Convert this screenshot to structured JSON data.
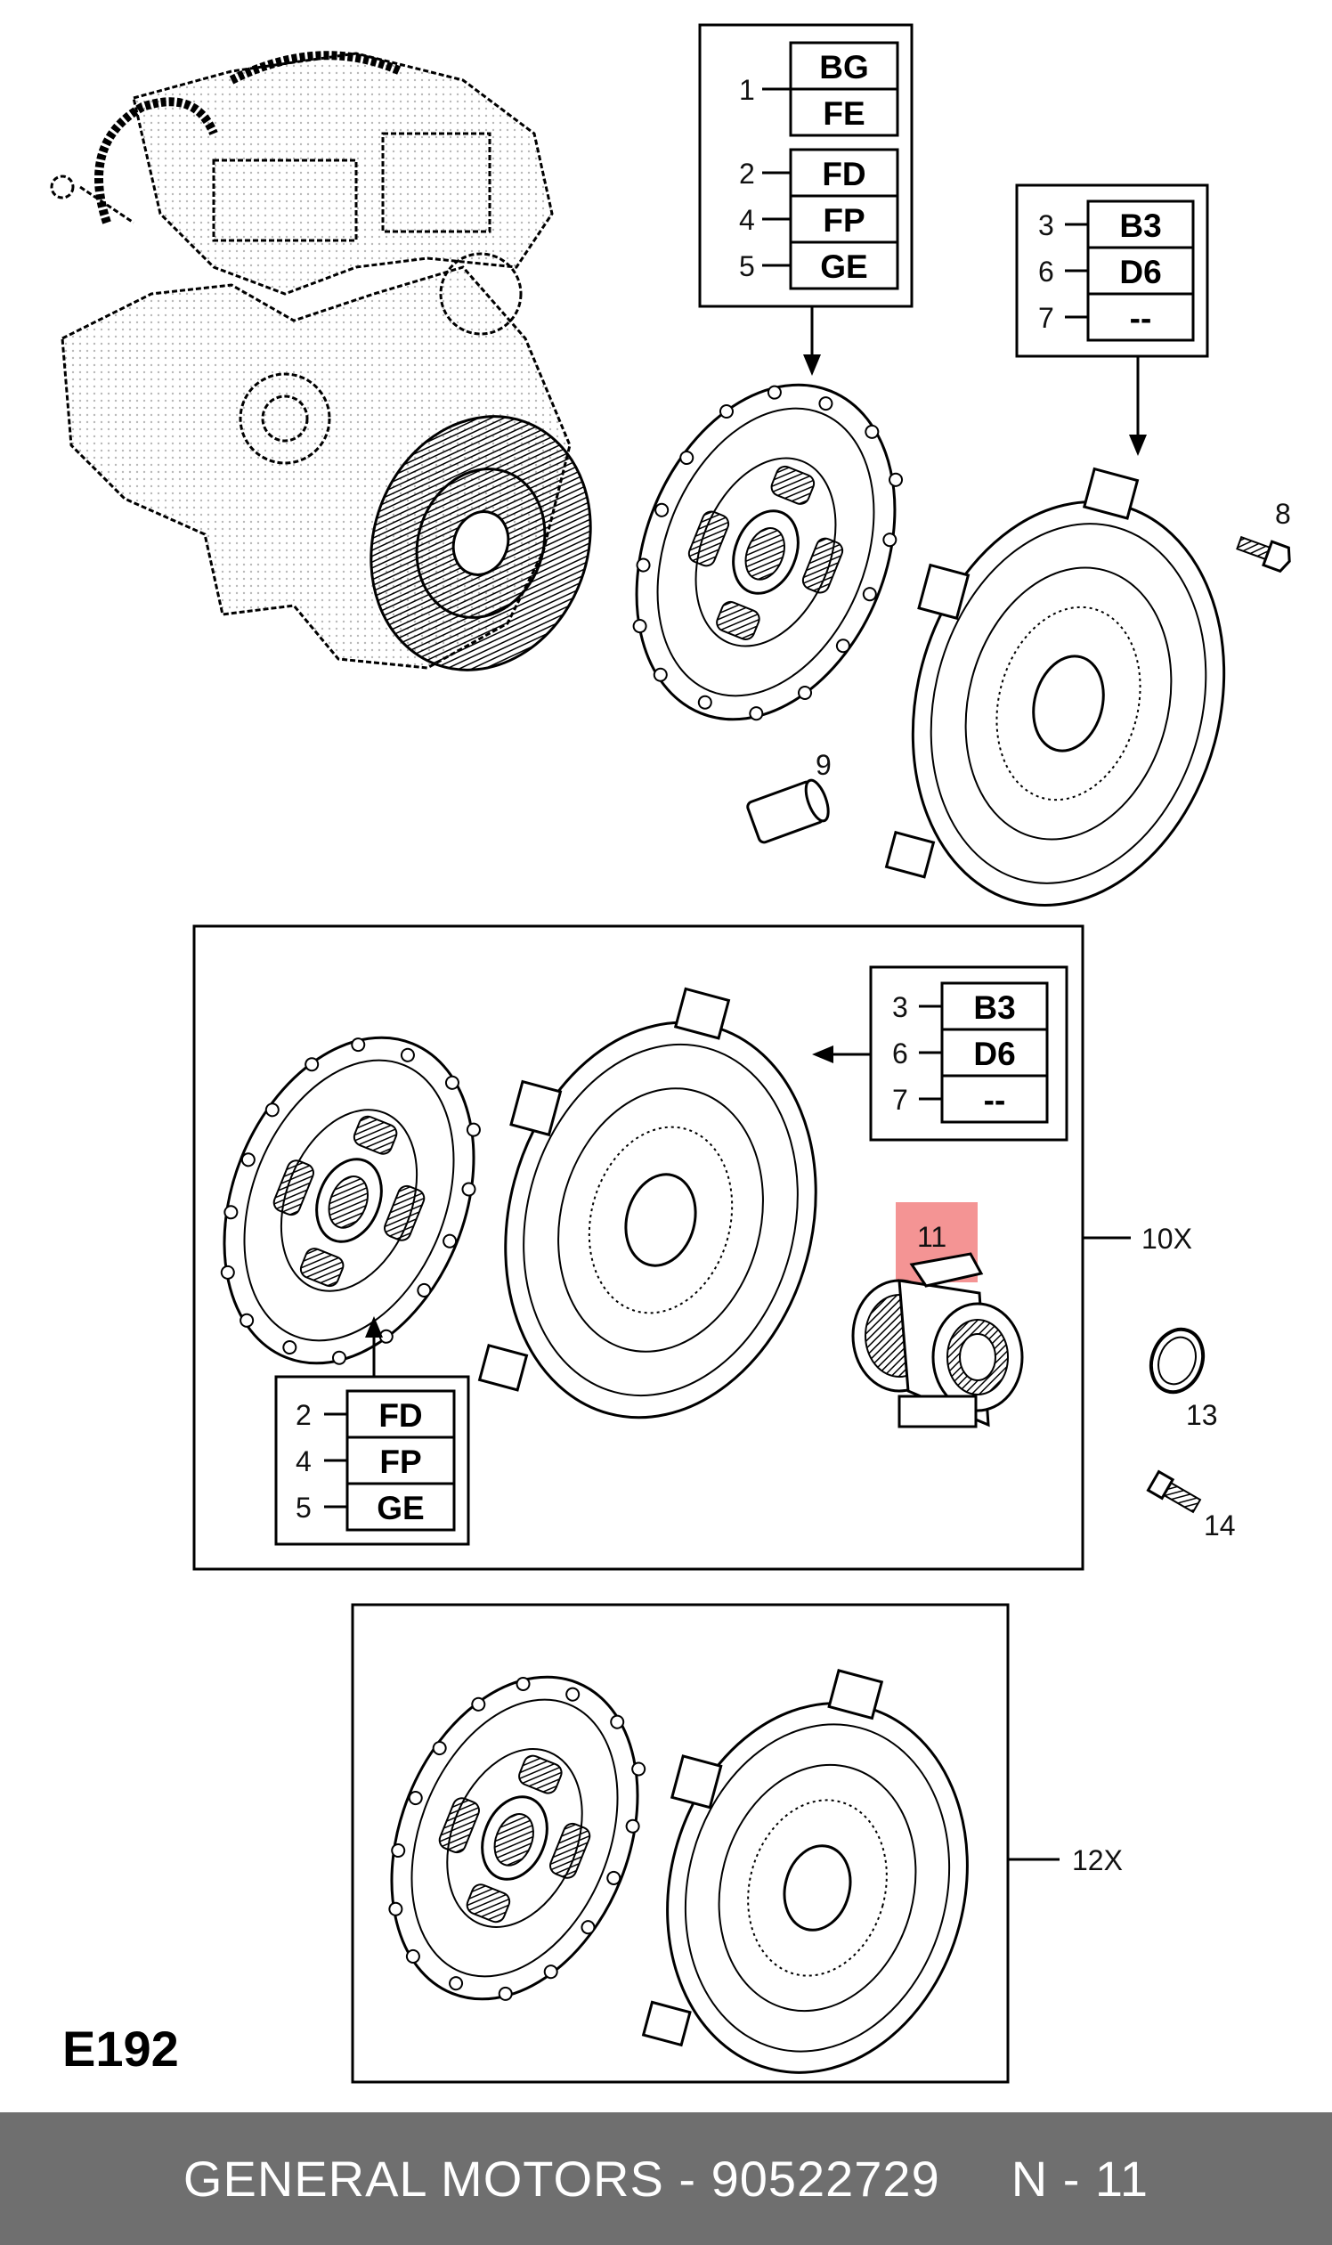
{
  "diagram": {
    "code": "E192",
    "top_box_1": {
      "rows": [
        {
          "num": "1",
          "codes": [
            "BG",
            "FE"
          ]
        },
        {
          "num": "2",
          "codes": [
            "FD"
          ]
        },
        {
          "num": "4",
          "codes": [
            "FP"
          ]
        },
        {
          "num": "5",
          "codes": [
            "GE"
          ]
        }
      ]
    },
    "top_box_2": {
      "rows": [
        {
          "num": "3",
          "code": "B3"
        },
        {
          "num": "6",
          "code": "D6"
        },
        {
          "num": "7",
          "code": "--"
        }
      ]
    },
    "kit_box_codes": {
      "rows": [
        {
          "num": "3",
          "code": "B3"
        },
        {
          "num": "6",
          "code": "D6"
        },
        {
          "num": "7",
          "code": "--"
        }
      ]
    },
    "kit_box_disc": {
      "rows": [
        {
          "num": "2",
          "code": "FD"
        },
        {
          "num": "4",
          "code": "FP"
        },
        {
          "num": "5",
          "code": "GE"
        }
      ]
    },
    "part_labels": {
      "p8": "8",
      "p9": "9",
      "p11": "11",
      "p13": "13",
      "p14": "14",
      "kit10": "10X",
      "kit12": "12X"
    },
    "highlight_color": "#f07070"
  },
  "footer": {
    "brand_part": "GENERAL MOTORS - 90522729",
    "ref": "N - 11"
  }
}
